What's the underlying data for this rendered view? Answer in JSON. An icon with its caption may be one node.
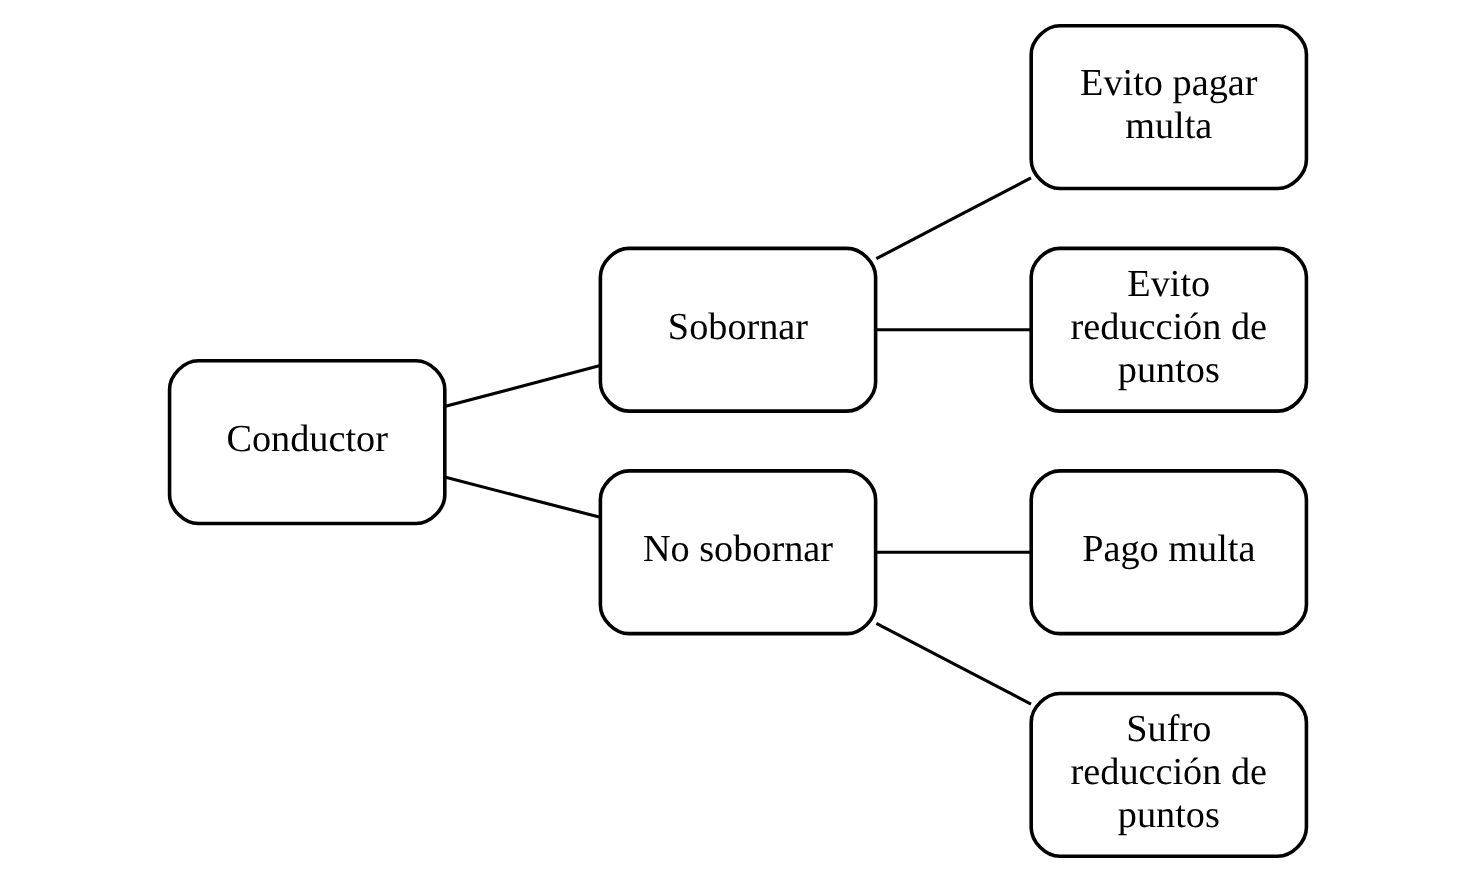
{
  "diagram": {
    "nodes": [
      {
        "text": [
          "Conductor"
        ]
      },
      {
        "text": [
          "Sobornar"
        ]
      },
      {
        "text": [
          "No sobornar"
        ]
      },
      {
        "text": [
          "Evito pagar multa"
        ]
      },
      {
        "text": [
          "Evito reducción de puntos"
        ]
      },
      {
        "text": [
          "Pago multa"
        ]
      },
      {
        "text": [
          "Sufro reducción de puntos"
        ]
      }
    ],
    "edges": [
      {
        "from": 0,
        "to": 1,
        "arrow": "none"
      },
      {
        "from": 0,
        "to": 2,
        "arrow": "none"
      },
      {
        "from": 1,
        "to": 3,
        "arrow": "none"
      },
      {
        "from": 1,
        "to": 4,
        "arrow": "none"
      },
      {
        "from": 2,
        "to": 5,
        "arrow": "none"
      },
      {
        "from": 2,
        "to": 6,
        "arrow": "none"
      }
    ]
  }
}
